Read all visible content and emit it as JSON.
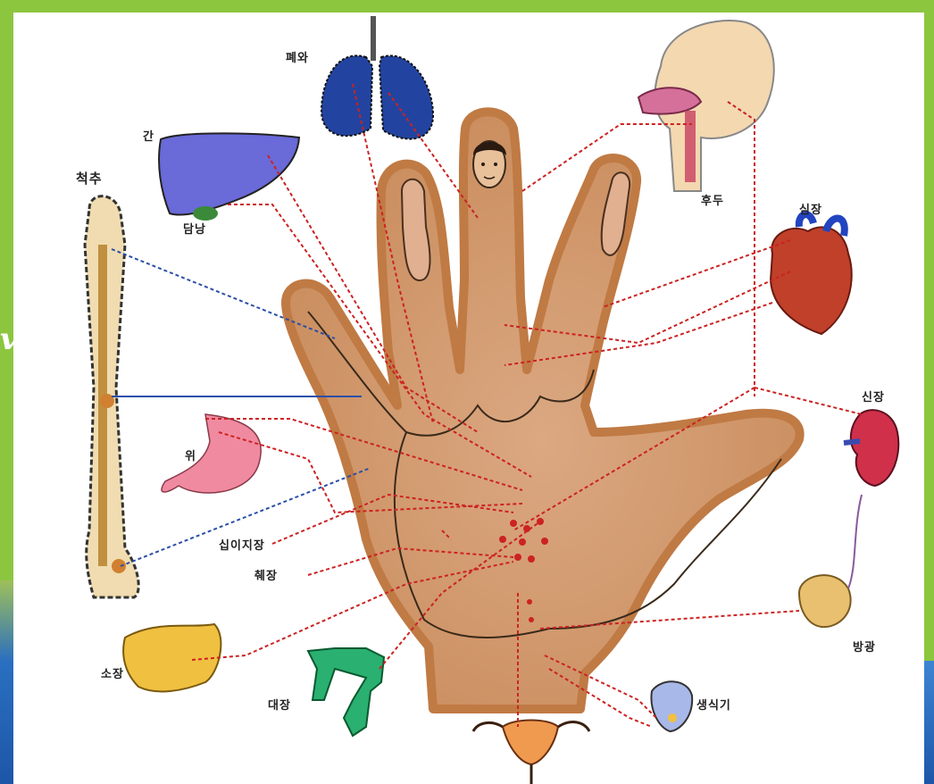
{
  "labels": {
    "lung": "폐와",
    "liver": "간",
    "gallbladder": "담낭",
    "spine": "척추",
    "throat": "후두",
    "heart": "심장",
    "kidney": "신장",
    "stomach": "위",
    "duodenum": "십이지장",
    "pancreas": "췌장",
    "small_intestine": "소장",
    "large_intestine": "대장",
    "bladder": "방광",
    "genitals": "생식기"
  },
  "background_fragment": "v",
  "colors": {
    "slide_green": "#8cc63f",
    "slide_blue": "#1d56a8",
    "hand_fill": "#d9a77c",
    "hand_outline": "#c07a44",
    "link_red": "#cc2222",
    "link_blue": "#2a4fa8"
  }
}
